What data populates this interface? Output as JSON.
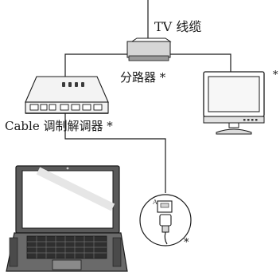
{
  "labels": {
    "tv_cable": "TV 线缆",
    "splitter": "分路器 *",
    "monitor_star": "*",
    "modem": "Cable 调制解调器 *",
    "cable_star": "*",
    "port_mark": "A"
  },
  "icons": {
    "splitter": "splitter-icon",
    "monitor": "monitor-icon",
    "modem": "cable-modem-icon",
    "laptop": "laptop-icon",
    "port_detail": "coax-port-detail-icon"
  },
  "colors": {
    "line": "#1a1a1a",
    "device_light": "#f0f0f0",
    "device_mid": "#c9c9c9",
    "device_dark": "#3a3a3a"
  }
}
